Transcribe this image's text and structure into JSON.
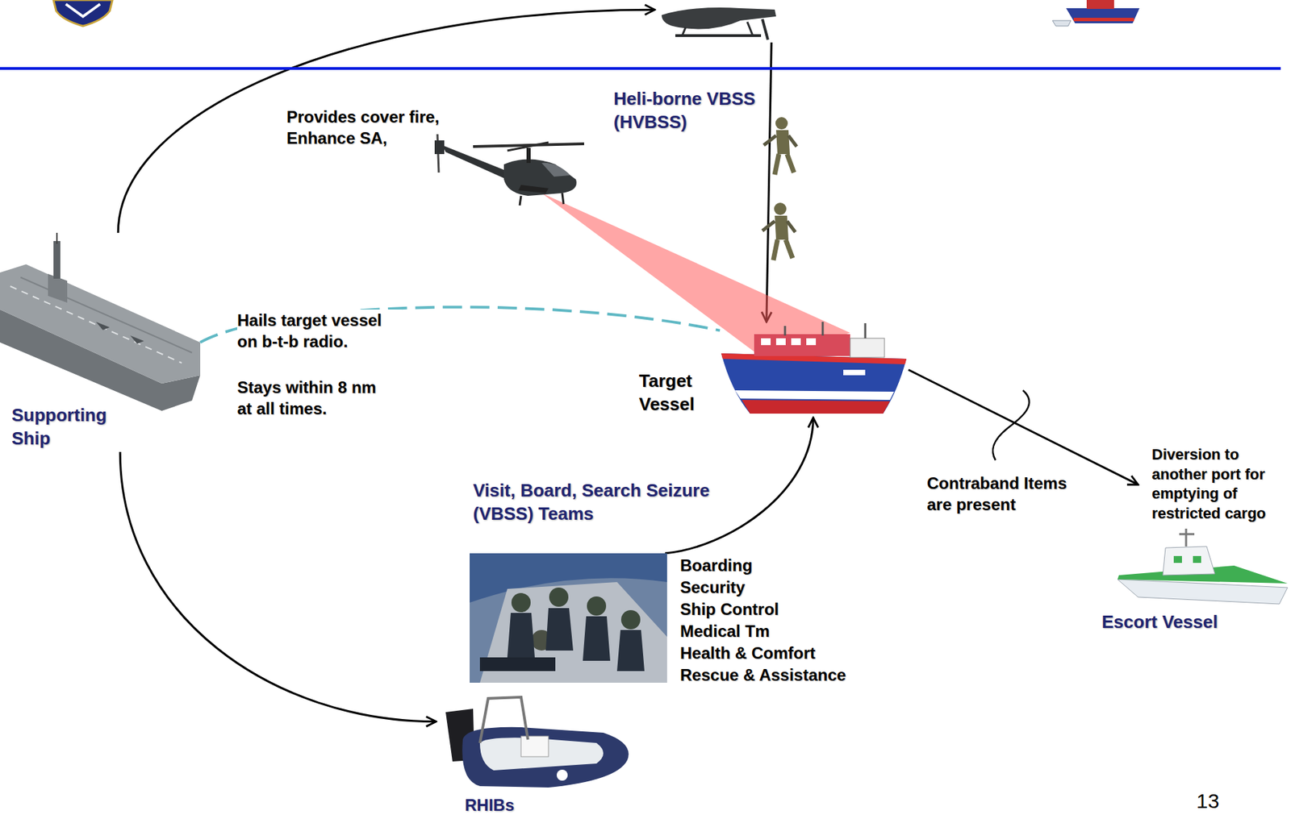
{
  "diagram": {
    "nodes": [
      {
        "text": [
          "Supporting Ship"
        ]
      },
      {
        "text": [
          "Heli-borne VBSS (HVBSS)"
        ]
      },
      {
        "text": [
          "Provides cover fire, Enhance SA,"
        ]
      },
      {
        "text": [
          "Target Vessel"
        ]
      },
      {
        "text": [
          "Visit, Board, Search Seizure (VBSS) Teams",
          "Boarding",
          "Security",
          "Ship Control",
          "Medical Tm",
          "Health & Comfort",
          "Rescue & Assistance"
        ]
      },
      {
        "text": [
          "RHIBs"
        ]
      },
      {
        "text": [
          "Diversion to another port for emptying of restricted cargo",
          "Escort Vessel"
        ]
      }
    ],
    "edges": [
      {
        "from": 0,
        "to": 1,
        "arrow": "to"
      },
      {
        "from": 0,
        "to": 3,
        "label": "Hails target vessel on b-t-b radio.",
        "arrow": "none"
      },
      {
        "from": 0,
        "to": 5,
        "arrow": "to"
      },
      {
        "from": 1,
        "to": 3,
        "arrow": "to"
      },
      {
        "from": 4,
        "to": 3,
        "arrow": "to"
      },
      {
        "from": 3,
        "to": 6,
        "arrow": "to"
      }
    ],
    "labels": [
      "Stays within 8 nm at all times.",
      "Contraband Items are present",
      "13"
    ]
  }
}
